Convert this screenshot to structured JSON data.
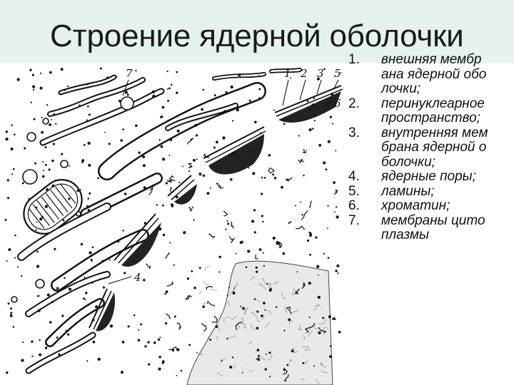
{
  "title": "Строение ядерной оболочки",
  "figure": {
    "callouts": [
      "1",
      "2",
      "3",
      "5",
      "6",
      "7",
      "4"
    ]
  },
  "legend": [
    {
      "num": "1.",
      "text": "внешняя мембрана ядерной оболочки;"
    },
    {
      "num": "2.",
      "text": "перинуклеарное пространство;"
    },
    {
      "num": "3.",
      "text": "внутренняя мембрана ядерной оболочки;"
    },
    {
      "num": "4.",
      "text": "ядерные поры;"
    },
    {
      "num": "5.",
      "text": "ламины;"
    },
    {
      "num": "6.",
      "text": "хроматин;"
    },
    {
      "num": "7.",
      "text": "мембраны цитоплазмы"
    }
  ]
}
